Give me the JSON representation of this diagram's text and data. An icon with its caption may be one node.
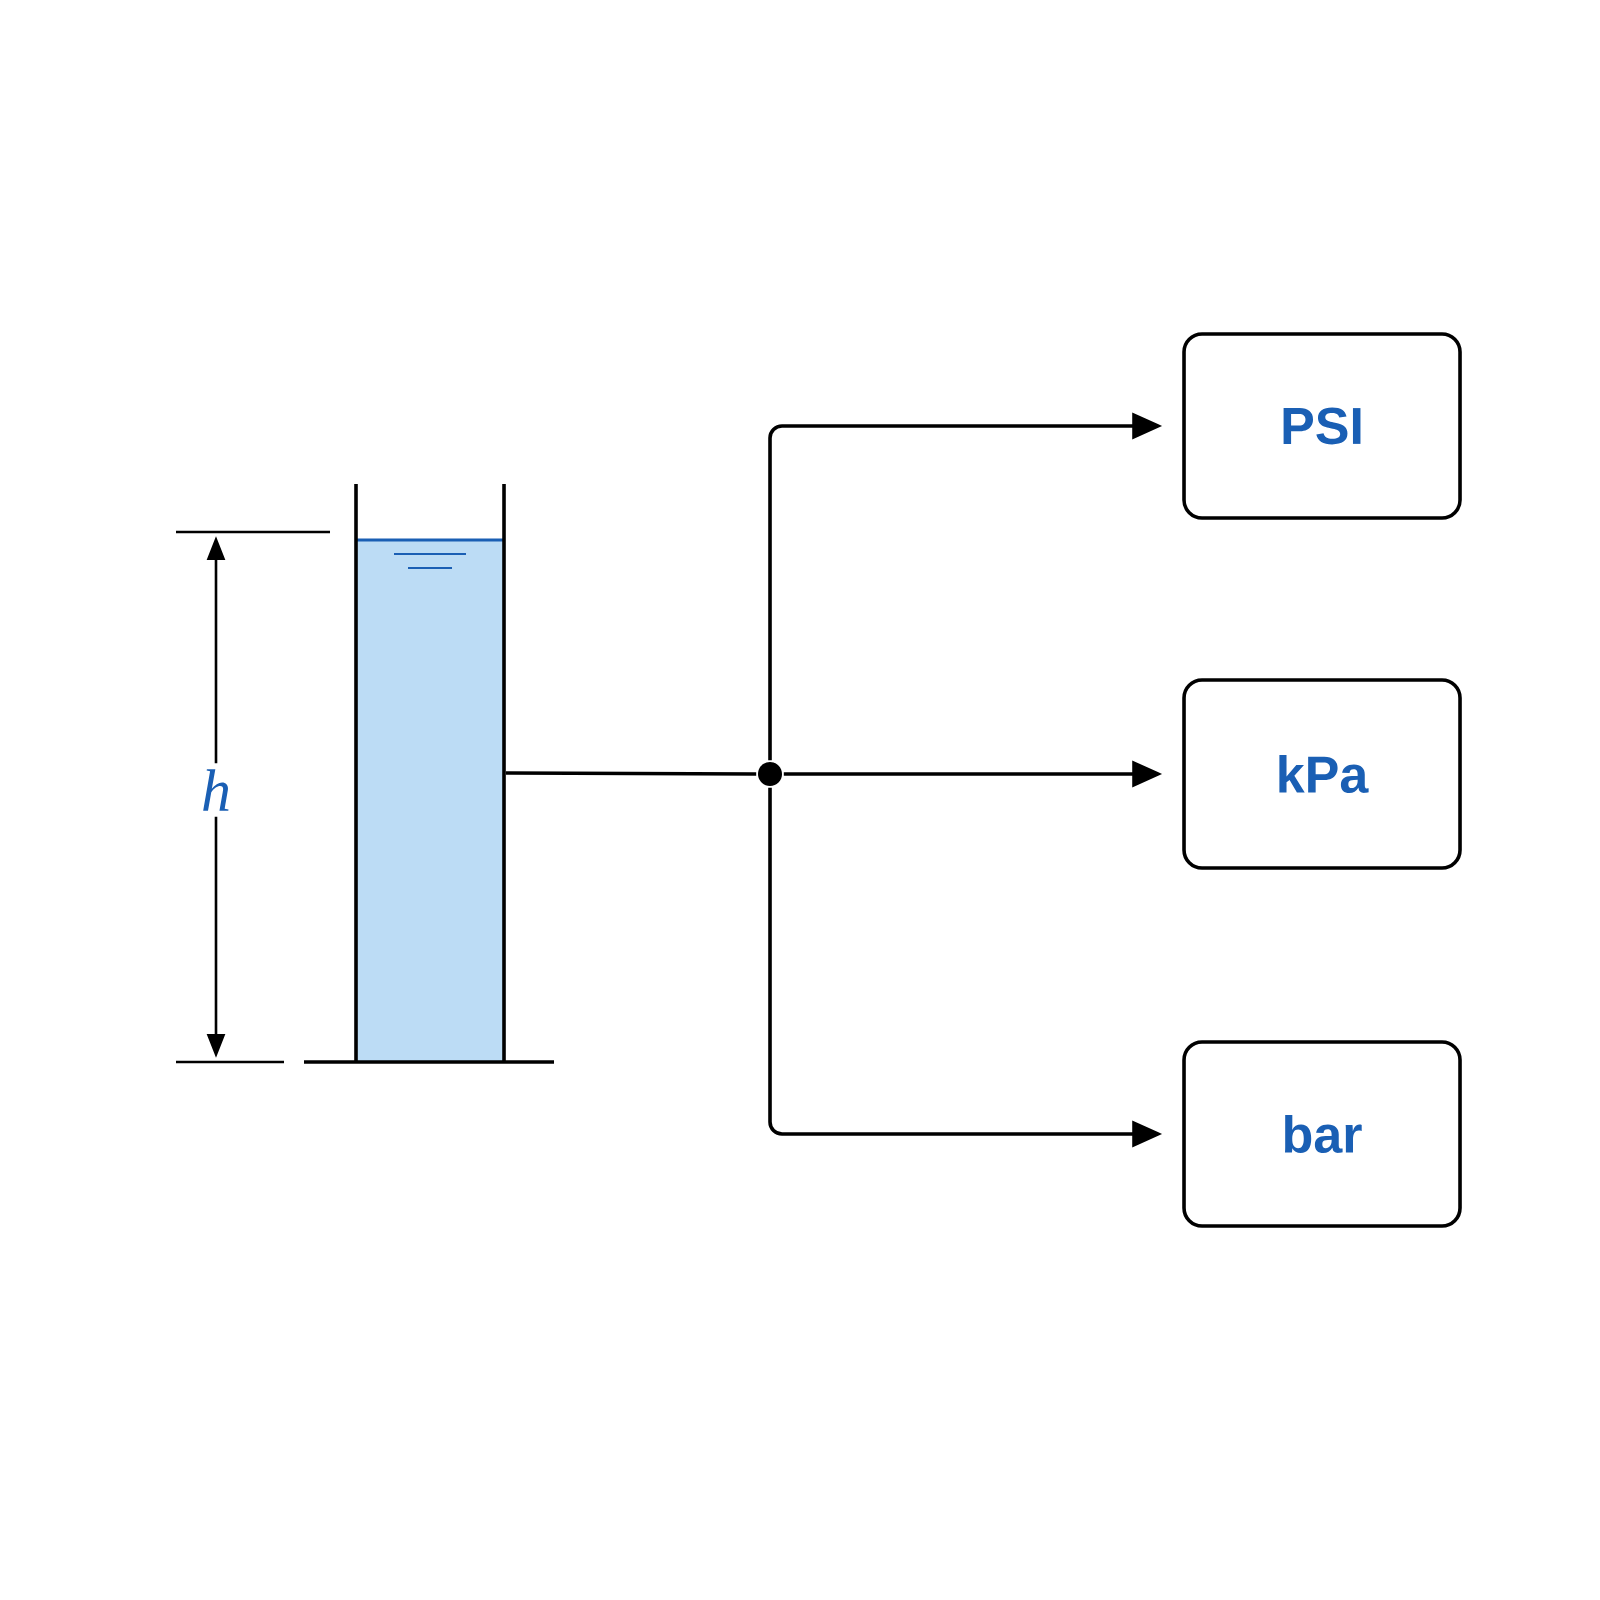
{
  "diagram": {
    "nodes": [
      {
        "text": [],
        "shape": "picture"
      },
      {
        "text": [],
        "shape": "circle"
      },
      {
        "text": [
          "PSI"
        ]
      },
      {
        "text": [
          "kPa"
        ]
      },
      {
        "text": [
          "bar"
        ]
      }
    ],
    "edges": [
      {
        "from": 0,
        "to": 1,
        "arrow": "none"
      },
      {
        "from": 1,
        "to": 2,
        "arrow": "to"
      },
      {
        "from": 1,
        "to": 3,
        "arrow": "to"
      },
      {
        "from": 1,
        "to": 4,
        "arrow": "to"
      }
    ],
    "labels": [
      "h"
    ]
  }
}
